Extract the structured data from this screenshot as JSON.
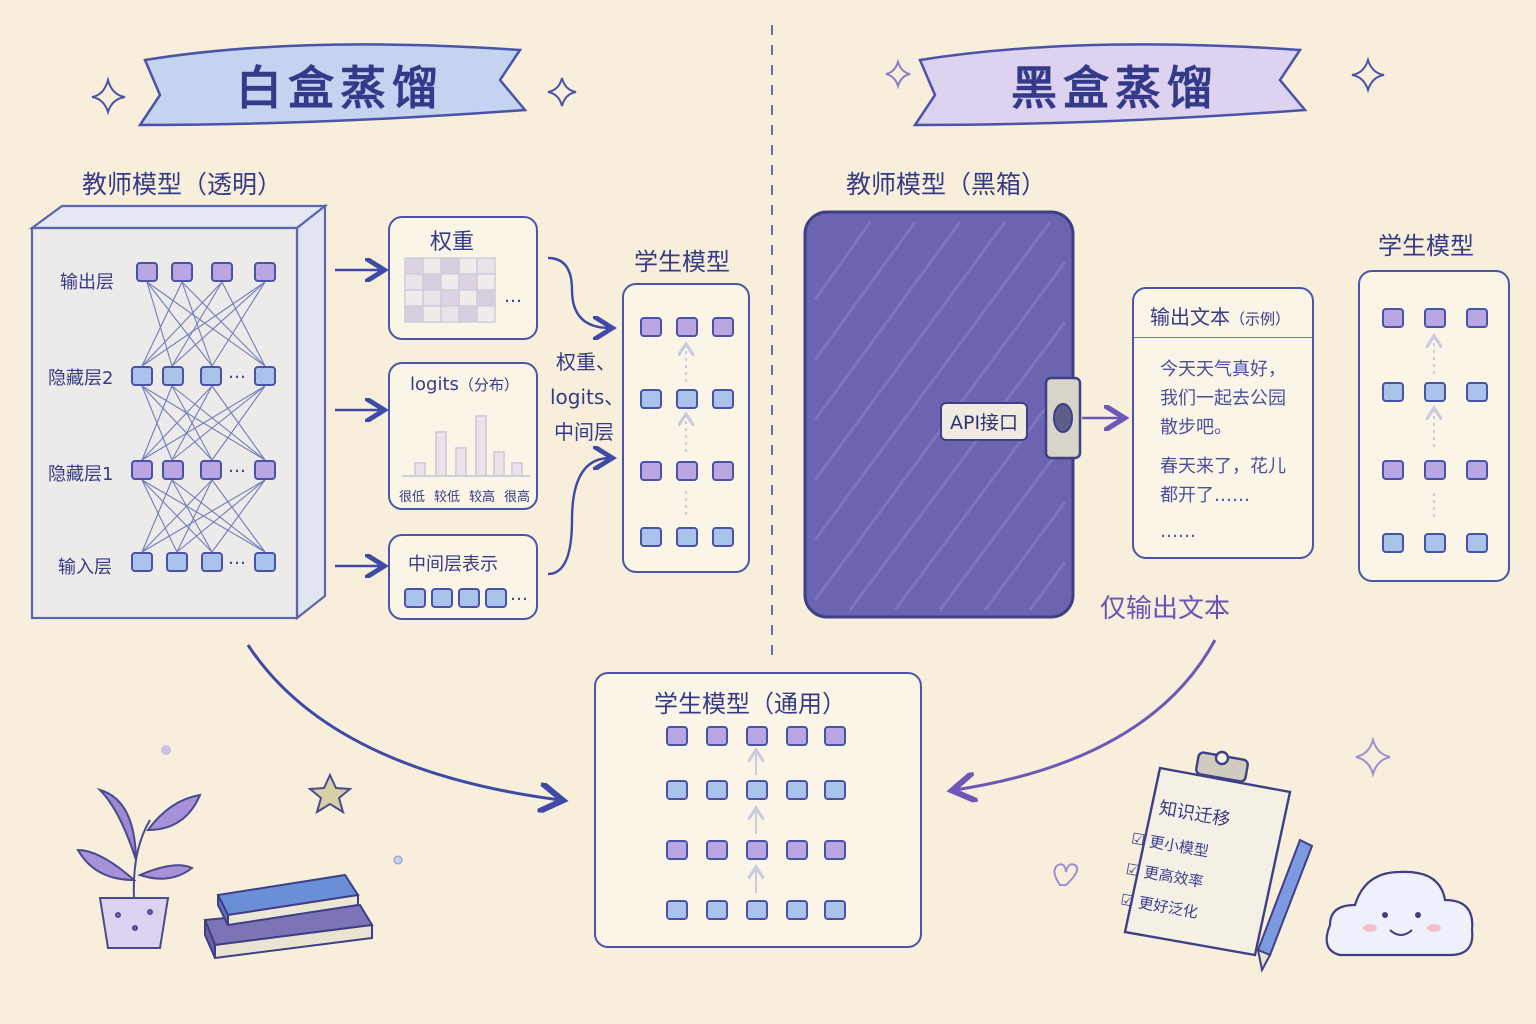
{
  "left_panel": {
    "banner_title": "白盒蒸馏",
    "teacher_label": "教师模型（透明）",
    "layers": {
      "output": "输出层",
      "hidden2": "隐藏层2",
      "hidden1": "隐藏层1",
      "input": "输入层"
    },
    "ellipsis": "…",
    "weights_card": {
      "title": "权重"
    },
    "logits_card": {
      "title": "logits",
      "title_suffix": "（分布）",
      "bar_labels": [
        "很低",
        "较低",
        "较高",
        "很高"
      ]
    },
    "hidden_card": {
      "title": "中间层表示"
    },
    "transfer_text": [
      "权重、",
      "logits、",
      "中间层"
    ],
    "student_label": "学生模型"
  },
  "right_panel": {
    "banner_title": "黑盒蒸馏",
    "teacher_label": "教师模型（黑箱）",
    "api_label": "API接口",
    "output_card": {
      "title": "输出文本",
      "title_suffix": "（示例）",
      "lines": [
        "今天天气真好，",
        "我们一起去公园",
        "散步吧。",
        "春天来了，花儿",
        "都开了……",
        "……"
      ]
    },
    "only_text_label": "仅输出文本",
    "student_label": "学生模型"
  },
  "center": {
    "student_general_label": "学生模型（通用）"
  },
  "clipboard": {
    "title": "知识迁移",
    "items": [
      "更小模型",
      "更高效率",
      "更好泛化"
    ]
  },
  "colors": {
    "background": "#f7efdc",
    "ink_blue": "#3b44a0",
    "purple_node": "#b9a6e3",
    "blue_node": "#a9c2ea",
    "black_box": "#6b64b0"
  }
}
